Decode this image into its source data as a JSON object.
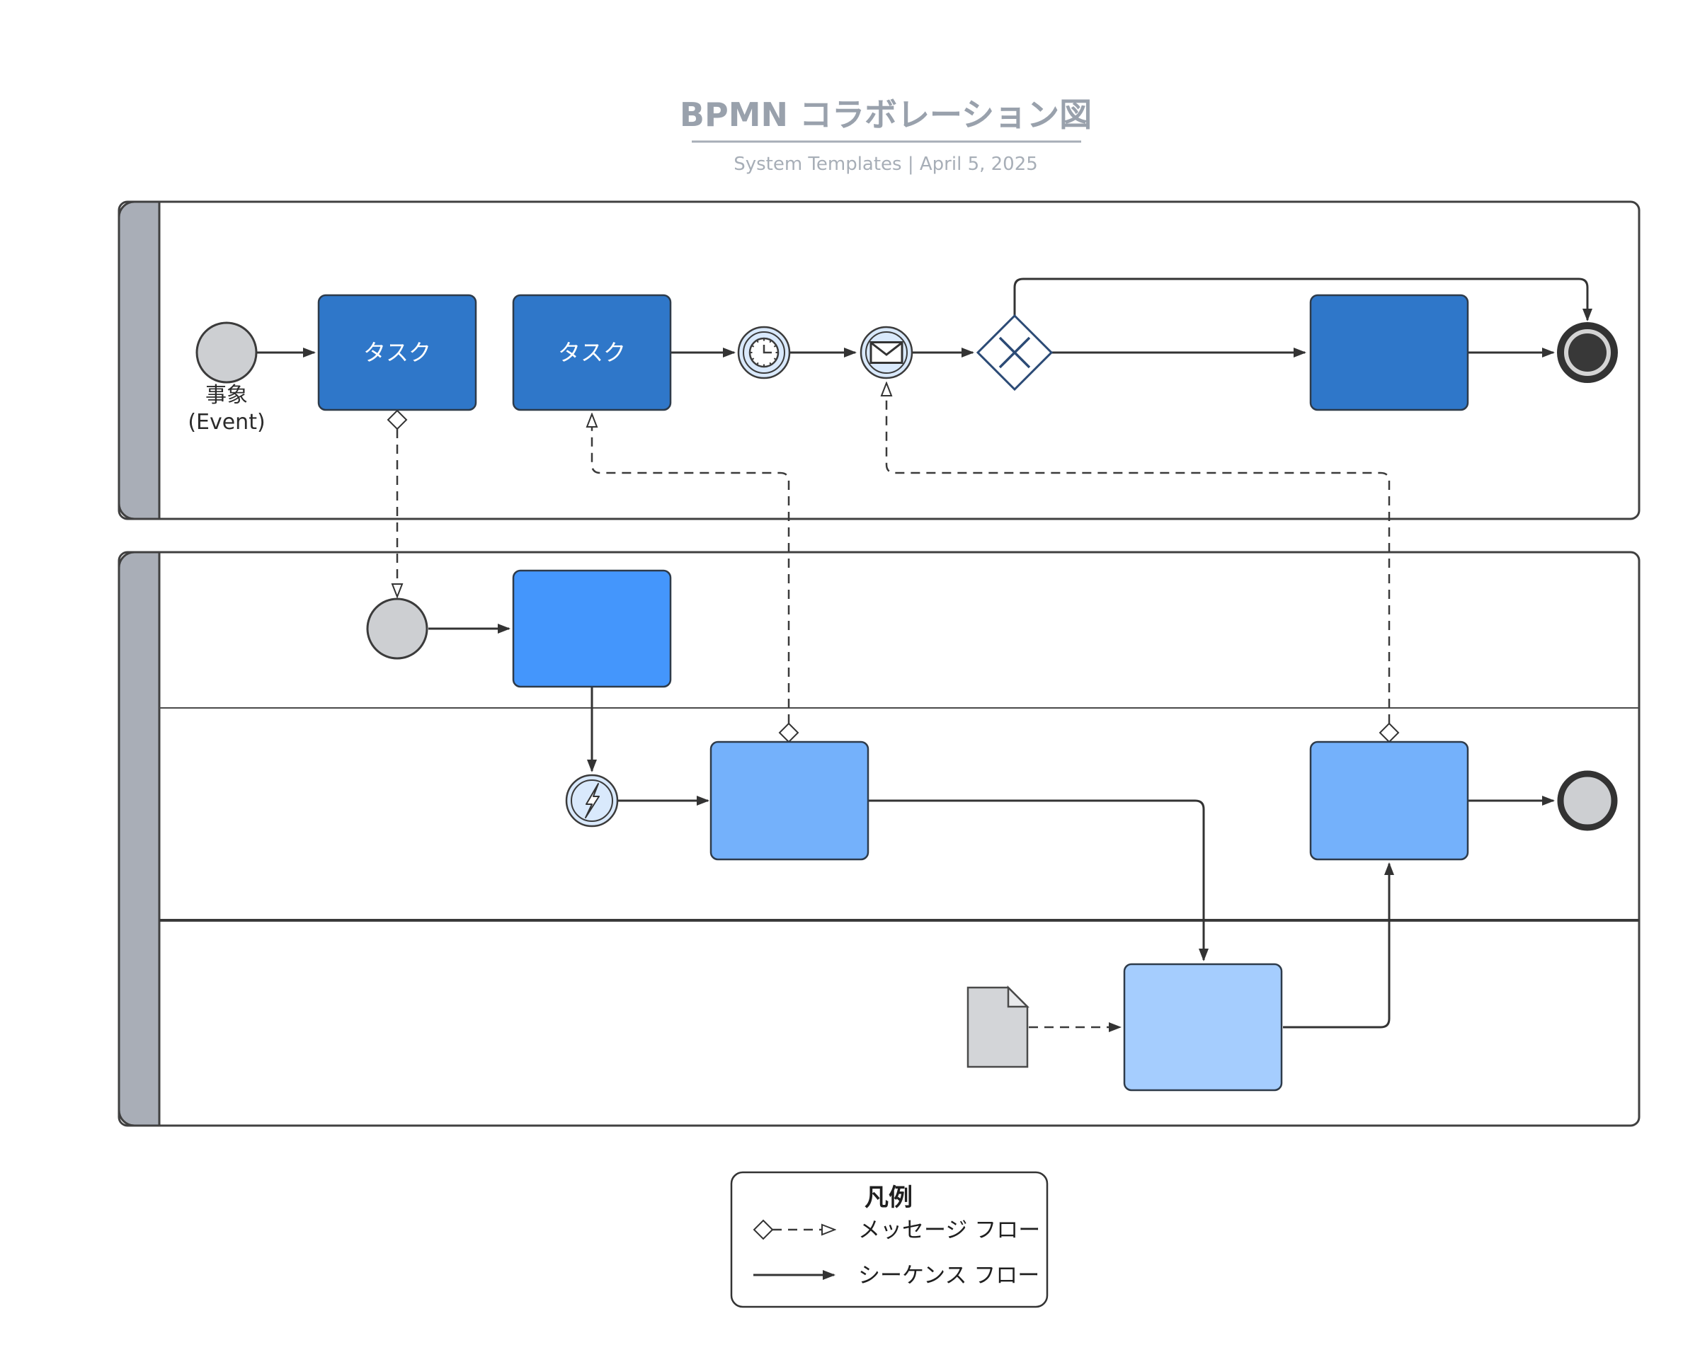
{
  "header": {
    "title": "BPMN コラボレーション図",
    "subtitle": "System Templates  |  April 5, 2025"
  },
  "pool1": {
    "start_event": {
      "label_line1": "事象",
      "label_line2": "(Event)"
    },
    "task1_label": "タスク",
    "task2_label": "タスク"
  },
  "legend": {
    "title": "凡例",
    "message_flow_label": "メッセージ フロー",
    "sequence_flow_label": "シーケンス フロー"
  },
  "icons": {
    "timer_event": "clock-icon",
    "message_event": "envelope-icon",
    "error_event": "lightning-icon",
    "data_object": "document-icon",
    "gateway": "x-gateway-icon"
  },
  "colors": {
    "title-gray": "#99A1AC",
    "subtitle-gray": "#A7AEB7",
    "line-dark": "#333333",
    "pool-header": "#A9AEB7",
    "pool-border": "#404040",
    "task-dark-blue": "#2F77C9",
    "task-blue": "#4496FC",
    "task-light-blue": "#74B1FB",
    "task-pale-blue": "#A5CDFE",
    "event-light-blue": "#D9E9FC",
    "event-gray": "#CDCFD2",
    "gateway-navy": "#2B4A75",
    "doc-gray": "#D3D5D8",
    "task-stroke": "#2E3B4A",
    "end-dark": "#383838"
  }
}
